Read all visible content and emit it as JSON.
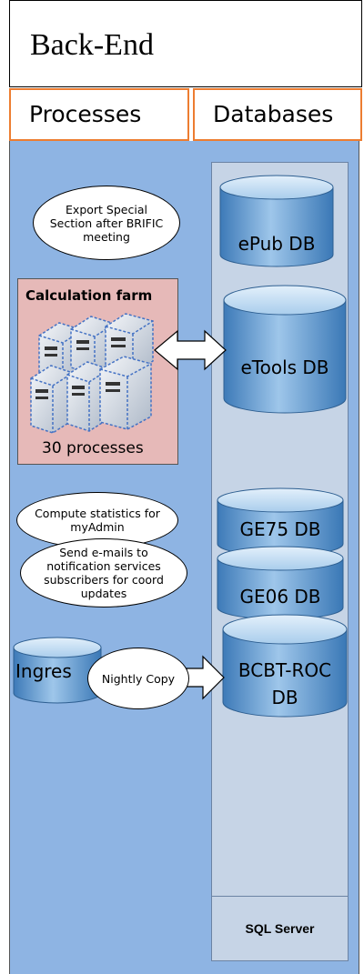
{
  "header": {
    "title": "Back-End"
  },
  "tabs": [
    {
      "label": "Processes"
    },
    {
      "label": "Databases"
    }
  ],
  "processes": {
    "export_special": "Export Special Section after BRIFIC meeting",
    "calculation_farm": {
      "title": "Calculation farm",
      "count": "30 processes"
    },
    "compute_stats": "Compute statistics for myAdmin",
    "send_emails": "Send e-mails to notification services subscribers for coord updates",
    "ingres": "Ingres",
    "nightly_copy": "Nightly Copy"
  },
  "databases": {
    "epub": "ePub DB",
    "etools": "eTools DB",
    "ge75": "GE75 DB",
    "ge06": "GE06 DB",
    "bcbt_line1": "BCBT-ROC",
    "bcbt_line2": "DB",
    "sql_server": "SQL Server"
  }
}
